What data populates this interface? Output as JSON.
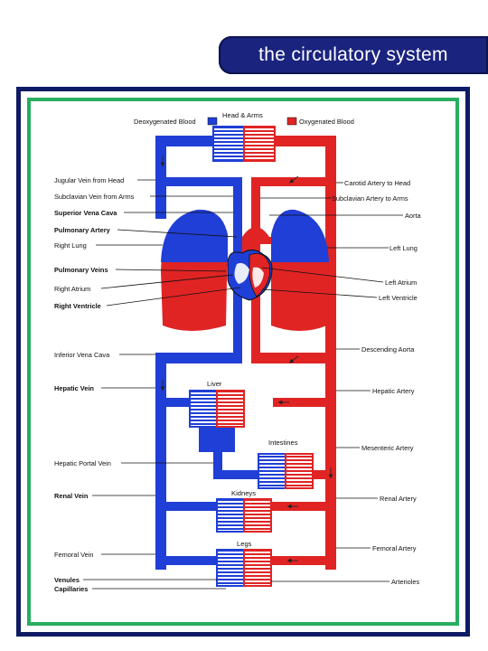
{
  "header": {
    "title": "the circulatory system"
  },
  "legend": {
    "deoxygenated": "Deoxygenated Blood",
    "oxygenated": "Oxygenated Blood"
  },
  "organs": {
    "head_arms": "Head & Arms",
    "liver": "Liver",
    "intestines": "Intestines",
    "kidneys": "Kidneys",
    "legs": "Legs"
  },
  "left_labels": {
    "jugular": "Jugular Vein from Head",
    "subclavian_vein": "Subclavian Vein from Arms",
    "svc": "Superior Vena Cava",
    "pulmonary_artery": "Pulmonary Artery",
    "right_lung": "Right Lung",
    "pulmonary_veins": "Pulmonary Veins",
    "right_atrium": "Right Atrium",
    "right_ventricle": "Right Ventricle",
    "ivc": "Inferior Vena Cava",
    "hepatic_vein": "Hepatic Vein",
    "hepatic_portal": "Hepatic Portal Vein",
    "renal_vein": "Renal Vein",
    "femoral_vein": "Femoral Vein",
    "venules": "Venules",
    "capillaries": "Capillaries"
  },
  "right_labels": {
    "carotid": "Carotid Artery to Head",
    "subclavian_artery": "Subclavian Artery to Arms",
    "aorta": "Aorta",
    "left_lung": "Left Lung",
    "left_atrium": "Left Atrium",
    "left_ventricle": "Left Ventricle",
    "descending_aorta": "Descending Aorta",
    "hepatic_artery": "Hepatic Artery",
    "mesenteric": "Mesenteric Artery",
    "renal_artery": "Renal Artery",
    "femoral_artery": "Femoral Artery",
    "arterioles": "Arterioles"
  },
  "colors": {
    "deoxygenated": "#1f3fd6",
    "oxygenated": "#e02424",
    "frame_outer": "#0f1b63",
    "frame_inner": "#27ae60",
    "title_bg": "#1a237e"
  }
}
